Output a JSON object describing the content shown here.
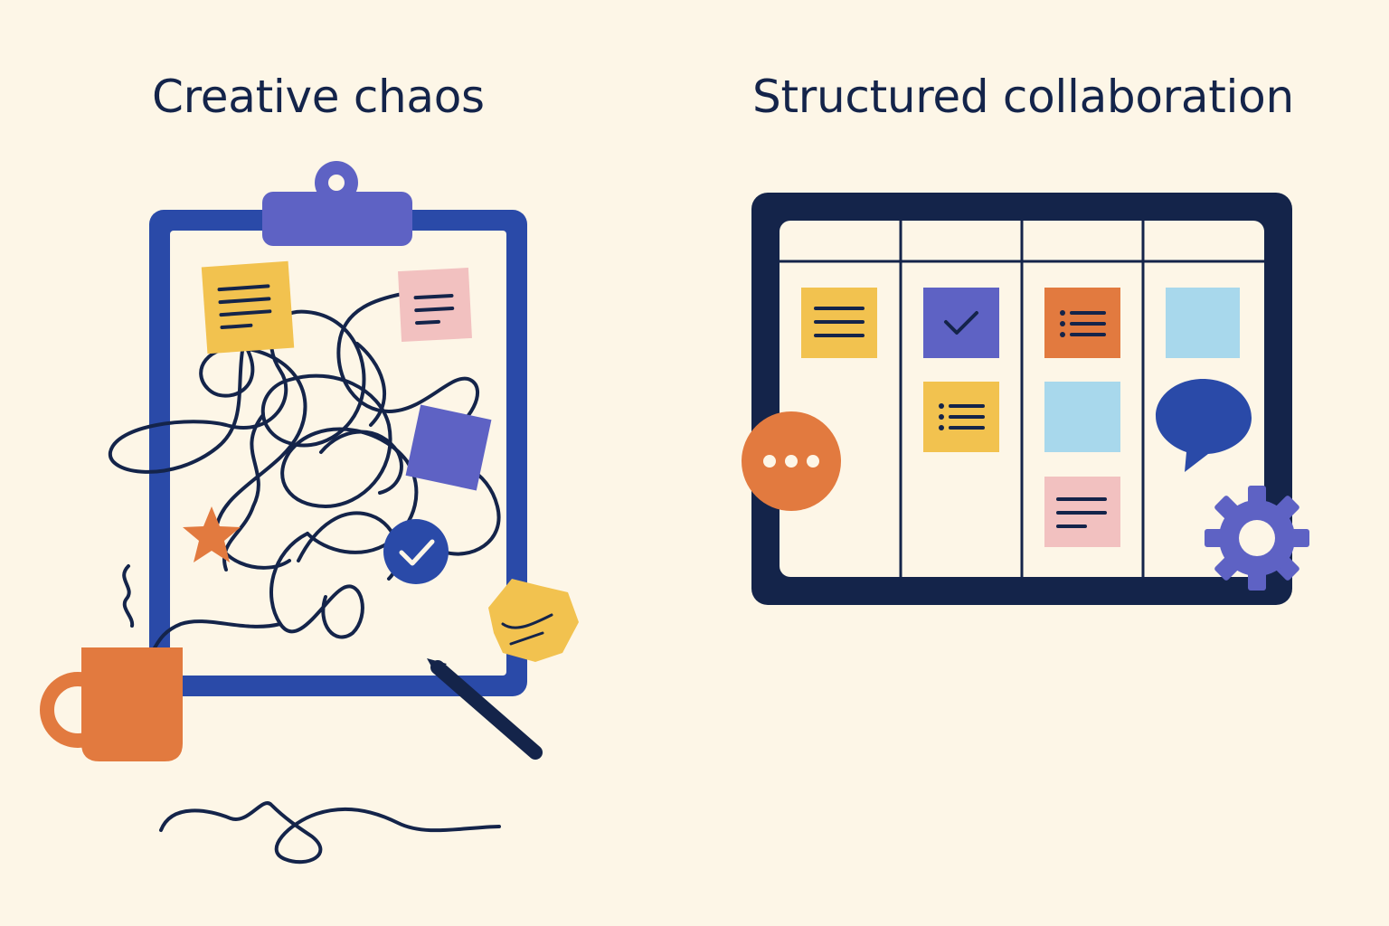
{
  "left_panel": {
    "title": "Creative chaos",
    "icons": [
      "clipboard-icon",
      "sticky-note-icon",
      "star-icon",
      "check-circle-icon",
      "coffee-mug-icon",
      "pencil-icon",
      "scribble-icon",
      "crumpled-note-icon"
    ]
  },
  "right_panel": {
    "title": "Structured collaboration",
    "board_columns": 4,
    "icons": [
      "kanban-board-icon",
      "chat-bubble-icon",
      "more-dots-icon",
      "gear-icon",
      "checkbox-icon",
      "list-icon"
    ]
  },
  "colors": {
    "background": "#fdf6e7",
    "navy": "#14244a",
    "blue": "#2a4aa8",
    "purple": "#5e62c4",
    "orange": "#e27a3f",
    "yellow": "#f2c24f",
    "pink": "#f2c1c0",
    "light_blue": "#a8d8ec"
  }
}
